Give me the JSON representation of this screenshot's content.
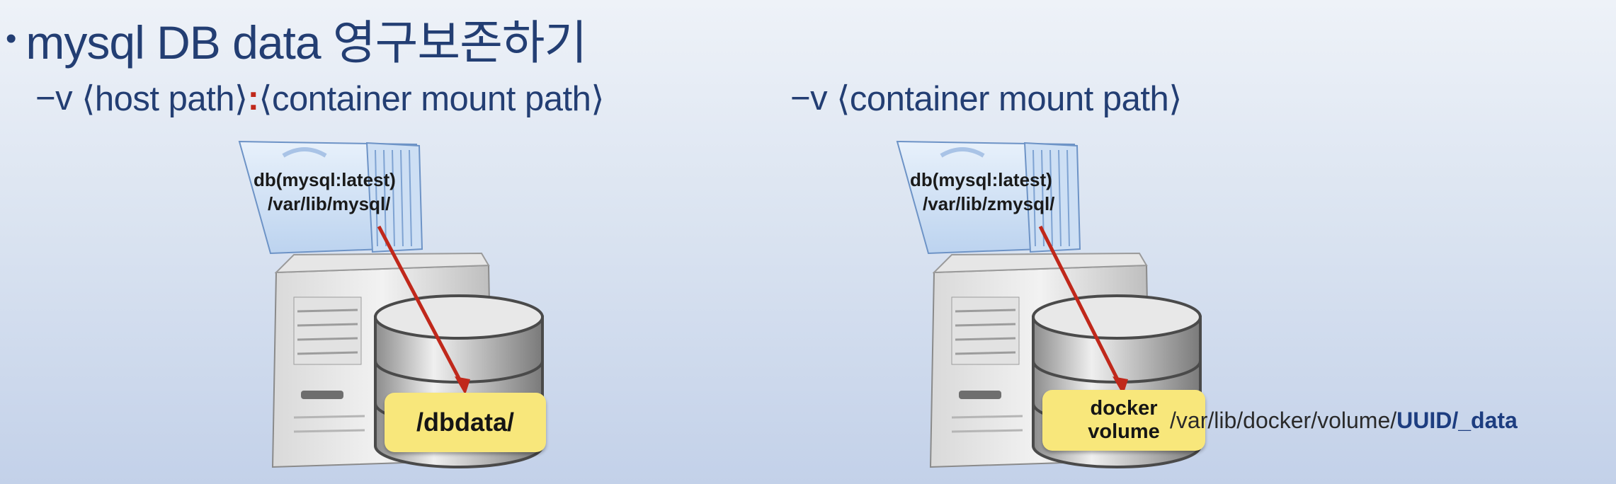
{
  "title": {
    "bullet": "•",
    "text": "mysql DB data 영구보존하기"
  },
  "left": {
    "option": "−v",
    "host_path": "⟨host path⟩",
    "separator": ":",
    "container_path": "⟨container mount path⟩",
    "container_name": "db(mysql:latest)",
    "container_dir": "/var/lib/mysql/",
    "disk_label": "/dbdata/"
  },
  "right": {
    "option": "−v",
    "container_path": "⟨container mount path⟩",
    "container_name": "db(mysql:latest)",
    "container_dir": "/var/lib/zmysql/",
    "disk_label_line1": "docker",
    "disk_label_line2": "volume",
    "volume_path_prefix": "/var/lib/docker/volume/",
    "volume_path_highlight": "UUID/_data"
  },
  "colors": {
    "heading": "#233e73",
    "separator": "#c0281b",
    "arrow": "#c0281b",
    "disk_label_bg": "#f8e77b"
  }
}
